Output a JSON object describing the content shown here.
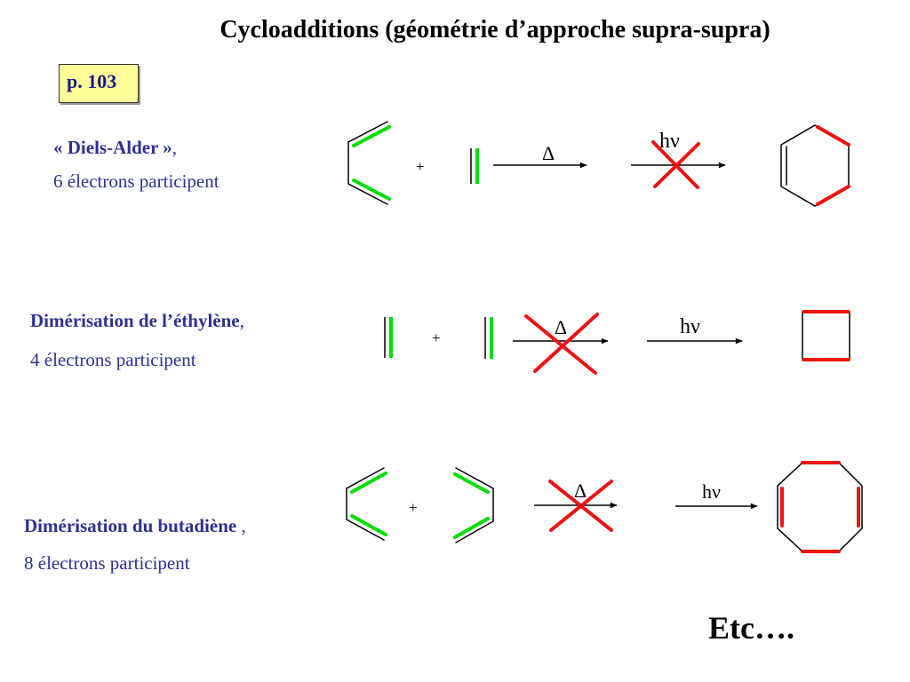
{
  "title": "Cycloadditions (géométrie d’approche supra-supra)",
  "page_ref": "p. 103",
  "reactions": [
    {
      "name": "« Diels-Alder »",
      "name_suffix": ",",
      "electrons": "6 électrons participent",
      "plus": "+",
      "thermal_label": "Δ",
      "photo_label": "hν"
    },
    {
      "name": "Dimérisation de l’éthylène",
      "name_suffix": ",",
      "electrons": "4 électrons participent",
      "plus": "+",
      "thermal_label": "Δ",
      "photo_label": "hν"
    },
    {
      "name": "Dimérisation du butadiène",
      "name_suffix": " ,",
      "electrons": "8 électrons participent",
      "plus": "+",
      "thermal_label": "Δ",
      "photo_label": "hν"
    }
  ],
  "footer": "Etc….",
  "colors": {
    "pi_bond": "#00dd00",
    "new_bond": "#ee1111",
    "forbidden": "#ee1111",
    "text": "#2e3192"
  }
}
